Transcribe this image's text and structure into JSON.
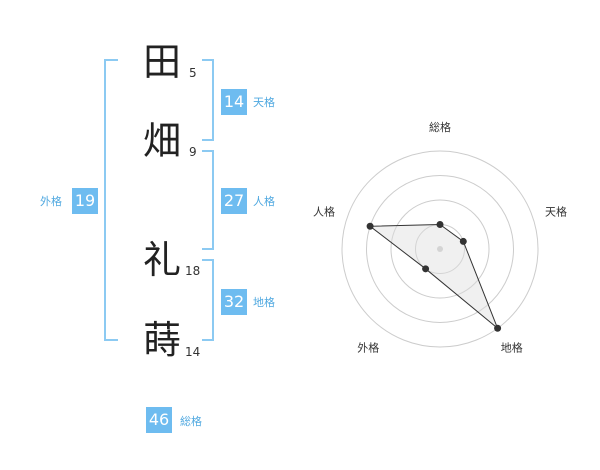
{
  "colors": {
    "accent": "#8ccaf2",
    "accent_text": "#4fa8e0",
    "badge_bg": "#6ebcf0",
    "radar_line": "#333333",
    "radar_fill": "#dddddd"
  },
  "name": {
    "characters": [
      {
        "char": "田",
        "strokes": "5"
      },
      {
        "char": "畑",
        "strokes": "9"
      },
      {
        "char": "礼",
        "strokes": "18"
      },
      {
        "char": "蒔",
        "strokes": "14"
      }
    ]
  },
  "kakusu": {
    "tenkaku": {
      "value": "14",
      "label": "天格"
    },
    "jinkaku": {
      "value": "27",
      "label": "人格"
    },
    "chikaku": {
      "value": "32",
      "label": "地格"
    },
    "gaikaku": {
      "value": "19",
      "label": "外格"
    },
    "soukaku": {
      "value": "46",
      "label": "総格"
    }
  },
  "chart_data": {
    "type": "radar",
    "axes": [
      "総格",
      "天格",
      "地格",
      "外格",
      "人格"
    ],
    "values": [
      1,
      1,
      4,
      1,
      3
    ],
    "rmax": 4,
    "rings": 4
  }
}
